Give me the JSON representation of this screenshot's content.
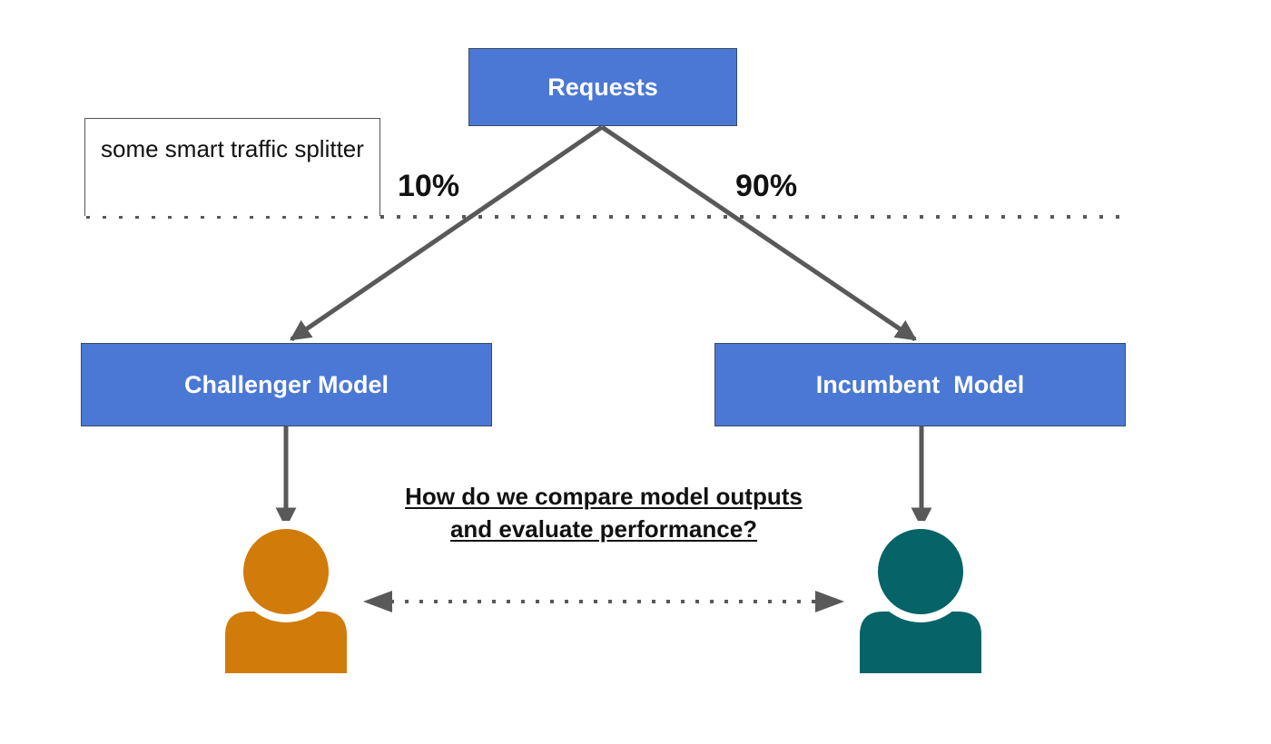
{
  "colors": {
    "box_fill": "#4a78d4",
    "arrow": "#595959",
    "challenger_user": "#d17b0a",
    "incumbent_user": "#066367"
  },
  "nodes": {
    "requests": "Requests",
    "challenger": "Challenger Model",
    "incumbent": "Incumbent  Model"
  },
  "note": "some smart traffic splitter",
  "split": {
    "left": "10%",
    "right": "90%"
  },
  "question": "How do we compare model outputs and evaluate performance?",
  "icons": {
    "challenger_user": "person-icon",
    "incumbent_user": "person-icon"
  }
}
